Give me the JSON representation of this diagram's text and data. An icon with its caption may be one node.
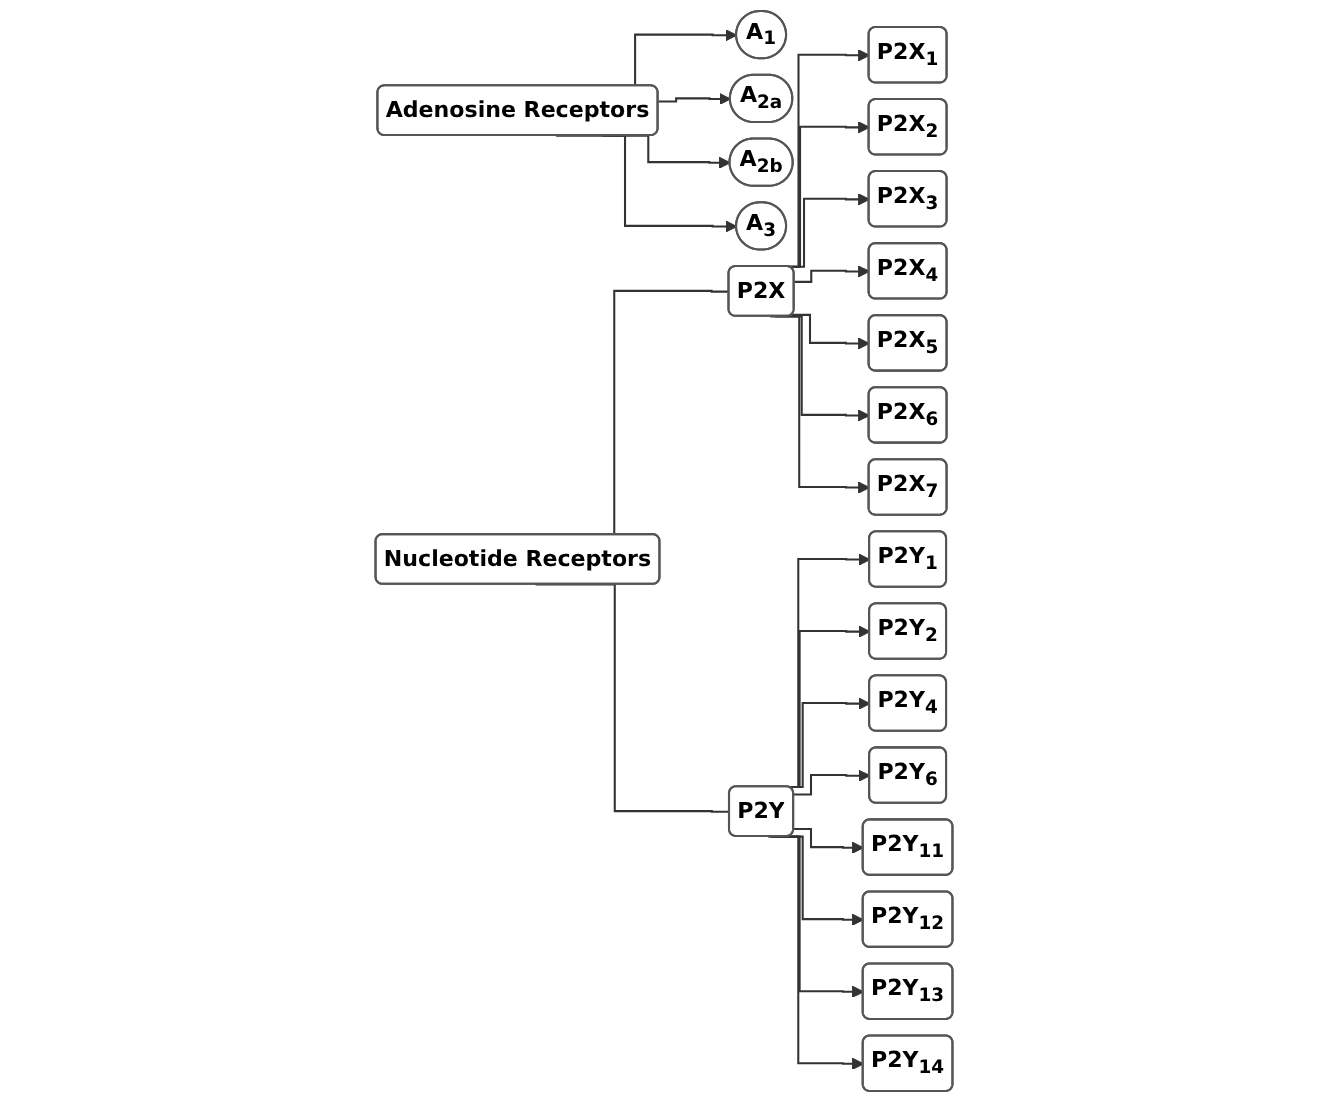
{
  "diagram": {
    "nodes": [
      {
        "text": [
          "Adenosine Receptors"
        ]
      },
      {
        "text": [
          "A$_{1}$"
        ]
      },
      {
        "text": [
          "A$_{2a}$"
        ]
      },
      {
        "text": [
          "A$_{2b}$"
        ]
      },
      {
        "text": [
          "A$_{3}$"
        ]
      },
      {
        "text": [
          "Nucleotide Receptors"
        ]
      },
      {
        "text": [
          "P2X"
        ]
      },
      {
        "text": [
          "P2X$_{1}$"
        ]
      },
      {
        "text": [
          "P2X$_{2}$"
        ]
      },
      {
        "text": [
          "P2X$_{3}$"
        ]
      },
      {
        "text": [
          "P2X$_{4}$"
        ]
      },
      {
        "text": [
          "P2X$_{5}$"
        ]
      },
      {
        "text": [
          "P2X$_{6}$"
        ]
      },
      {
        "text": [
          "P2X$_{7}$"
        ]
      },
      {
        "text": [
          "P2Y"
        ]
      },
      {
        "text": [
          "P2Y$_{1}$"
        ]
      },
      {
        "text": [
          "P2Y$_{2}$"
        ]
      },
      {
        "text": [
          "P2Y$_{4}$"
        ]
      },
      {
        "text": [
          "P2Y$_{6}$"
        ]
      },
      {
        "text": [
          "P2Y$_{11}$"
        ]
      },
      {
        "text": [
          "P2Y$_{12}$"
        ]
      },
      {
        "text": [
          "P2Y$_{13}$"
        ]
      },
      {
        "text": [
          "P2Y$_{14}$"
        ]
      }
    ],
    "edges": [
      {
        "from": 0,
        "to": 1,
        "arrow": "to"
      },
      {
        "from": 0,
        "to": 2,
        "arrow": "to"
      },
      {
        "from": 0,
        "to": 3,
        "arrow": "to"
      },
      {
        "from": 0,
        "to": 4,
        "arrow": "to"
      },
      {
        "from": 5,
        "to": 6,
        "arrow": "none"
      },
      {
        "from": 5,
        "to": 14,
        "arrow": "none"
      },
      {
        "from": 6,
        "to": 7,
        "arrow": "to"
      },
      {
        "from": 6,
        "to": 8,
        "arrow": "to"
      },
      {
        "from": 6,
        "to": 9,
        "arrow": "to"
      },
      {
        "from": 6,
        "to": 10,
        "arrow": "to"
      },
      {
        "from": 6,
        "to": 11,
        "arrow": "to"
      },
      {
        "from": 6,
        "to": 12,
        "arrow": "to"
      },
      {
        "from": 6,
        "to": 13,
        "arrow": "to"
      },
      {
        "from": 14,
        "to": 15,
        "arrow": "to"
      },
      {
        "from": 14,
        "to": 16,
        "arrow": "to"
      },
      {
        "from": 14,
        "to": 17,
        "arrow": "to"
      },
      {
        "from": 14,
        "to": 18,
        "arrow": "to"
      },
      {
        "from": 14,
        "to": 19,
        "arrow": "to"
      },
      {
        "from": 14,
        "to": 20,
        "arrow": "to"
      },
      {
        "from": 14,
        "to": 21,
        "arrow": "to"
      },
      {
        "from": 14,
        "to": 22,
        "arrow": "to"
      }
    ]
  }
}
